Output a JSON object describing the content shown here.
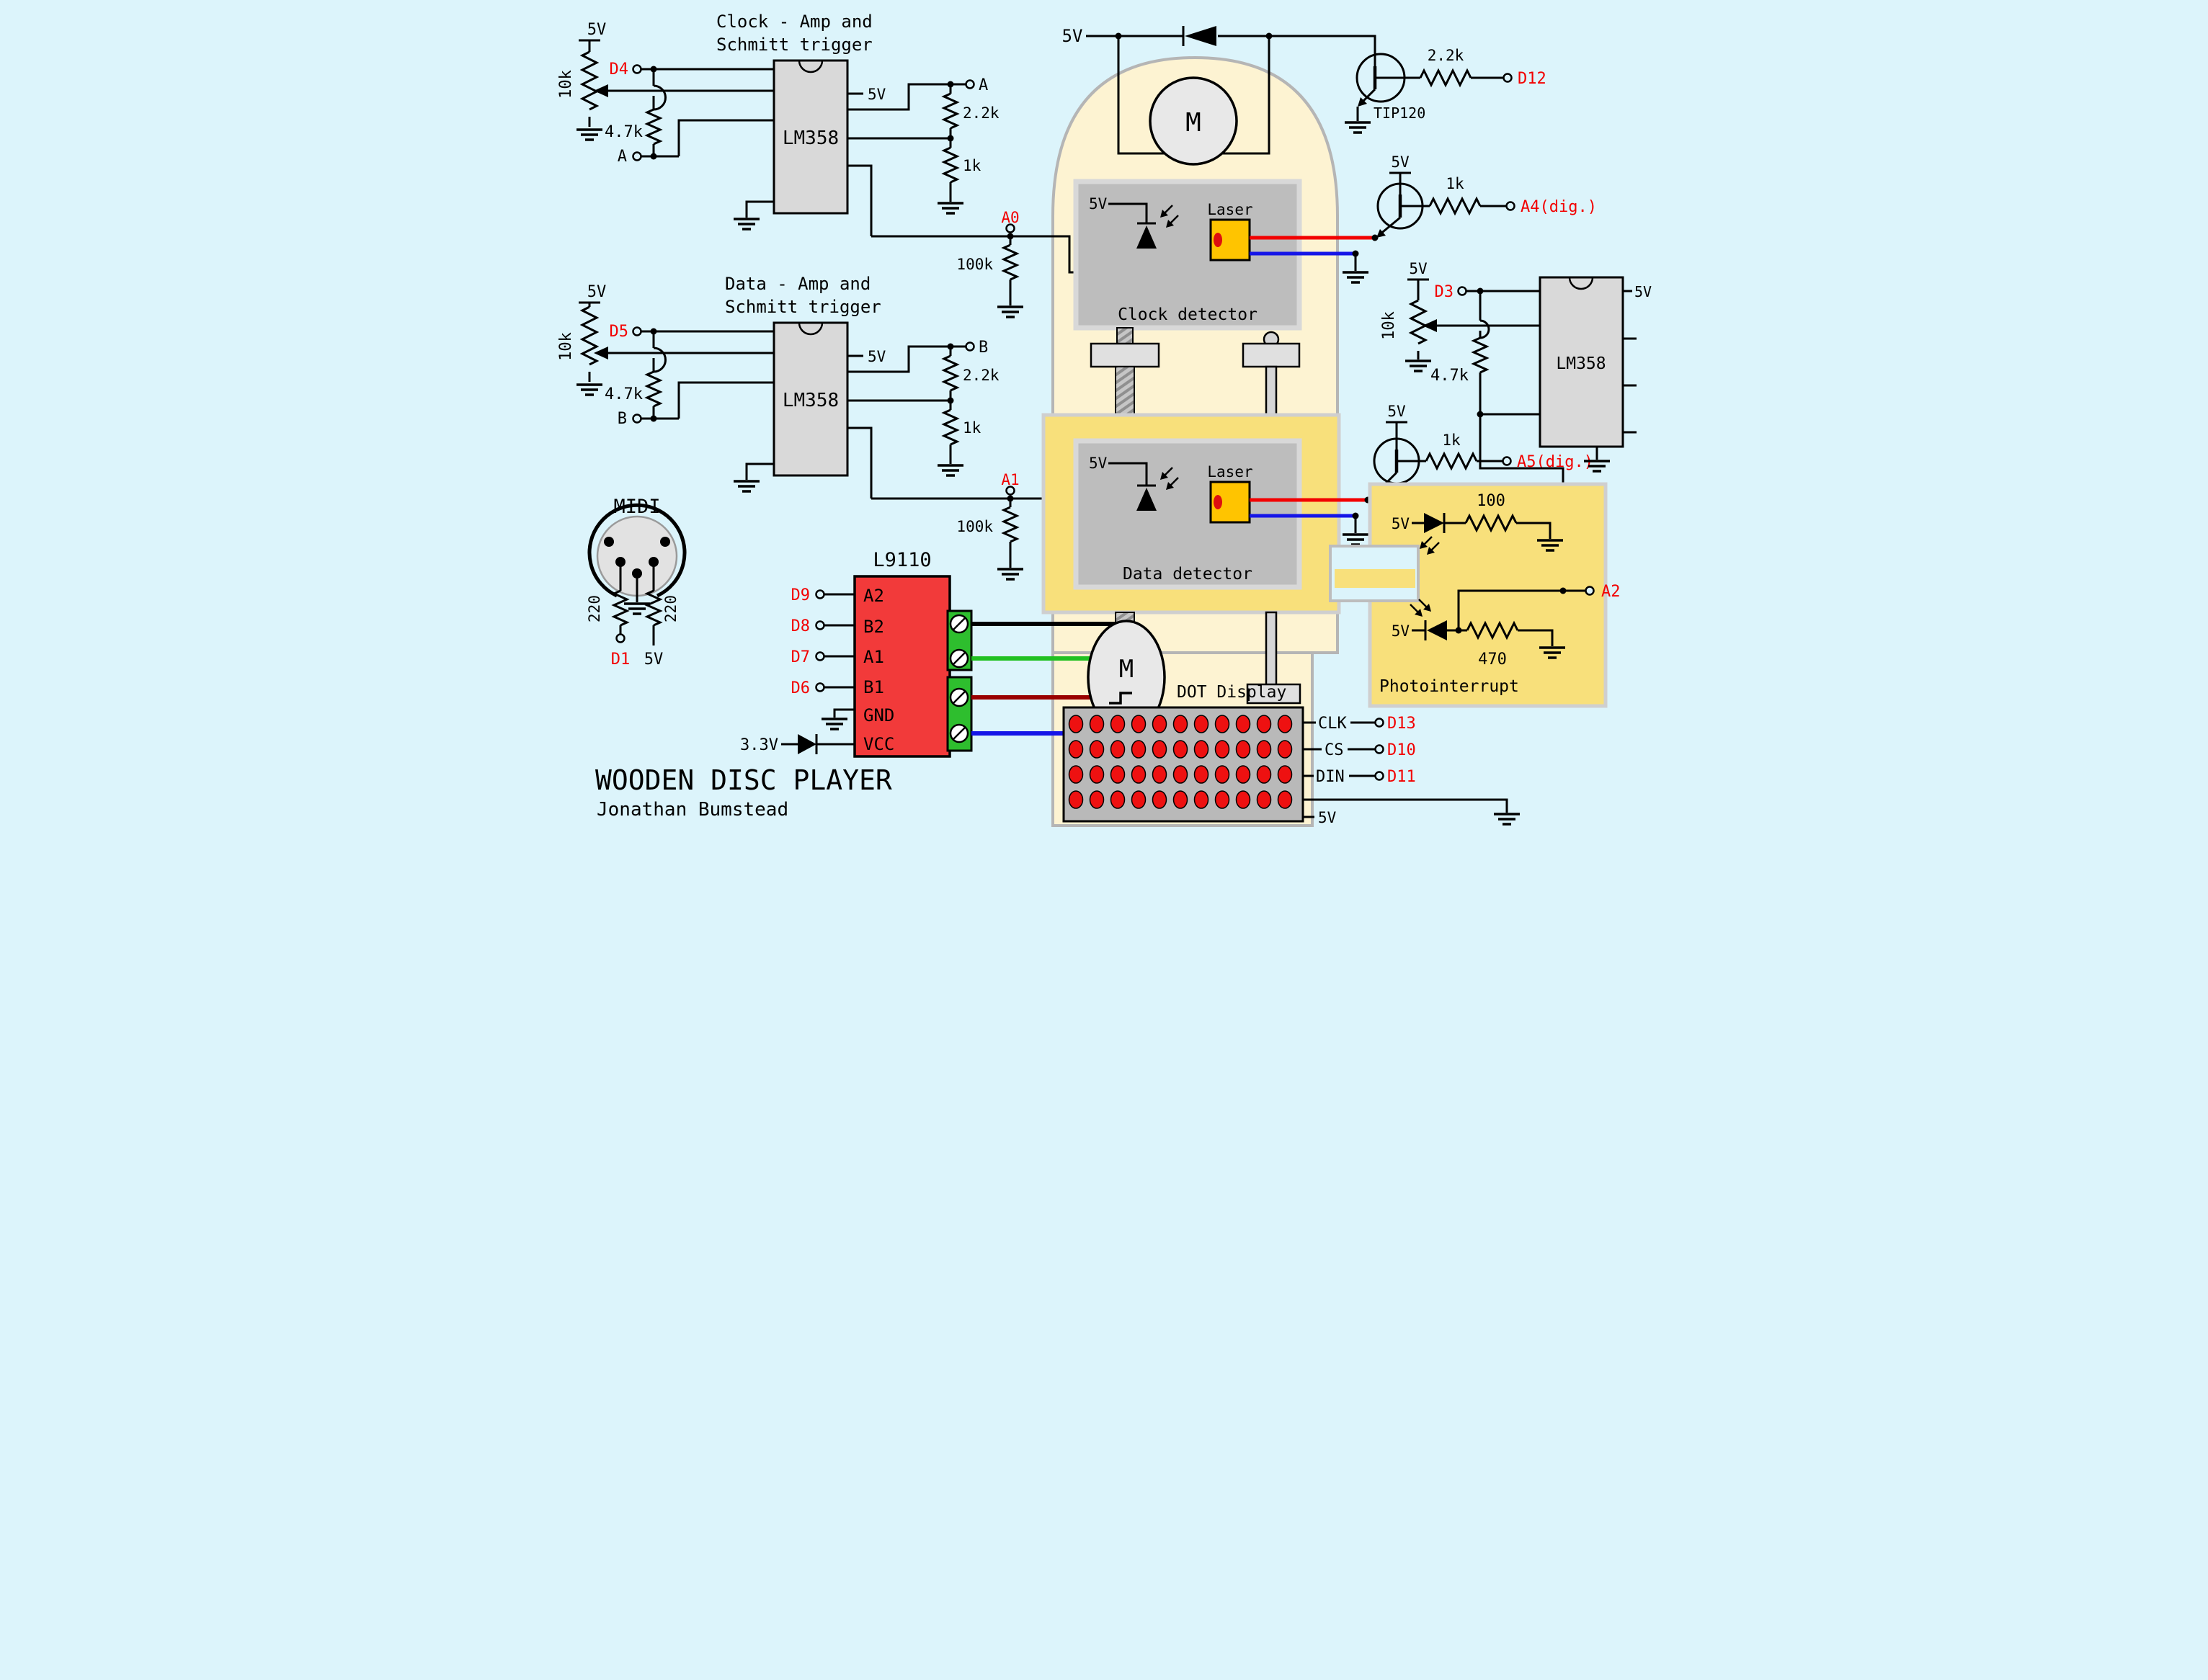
{
  "footer": {
    "title": "WOODEN DISC PLAYER",
    "author": "Jonathan Bumstead"
  },
  "clock_amp": {
    "title1": "Clock - Amp and",
    "title2": "Schmitt trigger",
    "supply": "5V",
    "pot": "10k",
    "din": "D4",
    "rfb": "4.7k",
    "a_fb": "A",
    "ic": "LM358",
    "vcc": "5V",
    "a_out": "A",
    "r1": "2.2k",
    "r2": "1k"
  },
  "data_amp": {
    "title1": "Data - Amp and",
    "title2": "Schmitt trigger",
    "supply": "5V",
    "pot": "10k",
    "din": "D5",
    "rfb": "4.7k",
    "b_fb": "B",
    "ic": "LM358",
    "vcc": "5V",
    "b_out": "B",
    "r1": "2.2k",
    "r2": "1k"
  },
  "a0": {
    "pin": "A0",
    "r": "100k"
  },
  "a1": {
    "pin": "A1",
    "r": "100k"
  },
  "spindle": {
    "supply": "5V",
    "motor": "M",
    "part": "TIP120",
    "r": "2.2k",
    "pin": "D12"
  },
  "laser_clock": {
    "supply": "5V",
    "r": "1k",
    "pin": "A4(dig.)"
  },
  "laser_data": {
    "supply": "5V",
    "r": "1k",
    "pin": "A5(dig.)"
  },
  "clock_det": {
    "v": "5V",
    "laser": "Laser",
    "title": "Clock detector"
  },
  "data_det": {
    "v": "5V",
    "laser": "Laser",
    "title": "Data detector"
  },
  "comp": {
    "supply": "5V",
    "pot": "10k",
    "din": "D3",
    "rfb": "4.7k",
    "ic": "LM358",
    "vcc": "5V"
  },
  "photo": {
    "v1": "5V",
    "r1": "100",
    "v2": "5V",
    "r2": "470",
    "out": "A2",
    "title": "Photointerrupt"
  },
  "midi": {
    "title": "MIDI",
    "rl": "220",
    "rr": "220",
    "d1": "D1",
    "v": "5V"
  },
  "l9110": {
    "title": "L9110",
    "d9": "D9",
    "d8": "D8",
    "d7": "D7",
    "d6": "D6",
    "pa2": "A2",
    "pb2": "B2",
    "pa1": "A1",
    "pb1": "B1",
    "gnd": "GND",
    "vcc": "VCC",
    "vin": "3.3V",
    "motor": "M"
  },
  "dot": {
    "title": "DOT Display",
    "clk": "CLK",
    "cs": "CS",
    "din": "DIN",
    "d13": "D13",
    "d10": "D10",
    "d11": "D11",
    "v": "5V"
  }
}
